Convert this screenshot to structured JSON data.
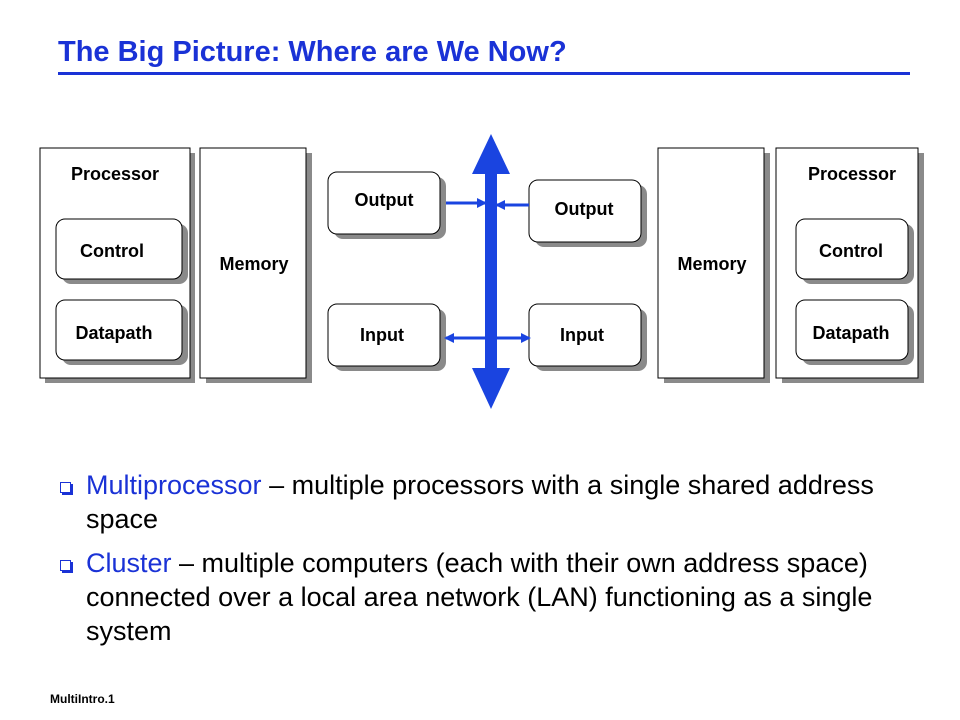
{
  "slide": {
    "title": "The Big Picture: Where are We Now?",
    "footer": "MultiIntro.1"
  },
  "diagram": {
    "left": {
      "processor_label": "Processor",
      "control_label": "Control",
      "datapath_label": "Datapath",
      "memory_label": "Memory",
      "output_label": "Output",
      "input_label": "Input"
    },
    "right": {
      "processor_label": "Processor",
      "control_label": "Control",
      "datapath_label": "Datapath",
      "memory_label": "Memory",
      "output_label": "Output",
      "input_label": "Input"
    },
    "colors": {
      "bus": "#1a44e0",
      "box_shadow": "#8a8a8a"
    }
  },
  "bullets": [
    {
      "term": "Multiprocessor",
      "text": " – multiple processors with a single shared address space"
    },
    {
      "term": "Cluster",
      "text": " – multiple computers (each with their own address space) connected over a local area network (LAN) functioning as a single system"
    }
  ]
}
